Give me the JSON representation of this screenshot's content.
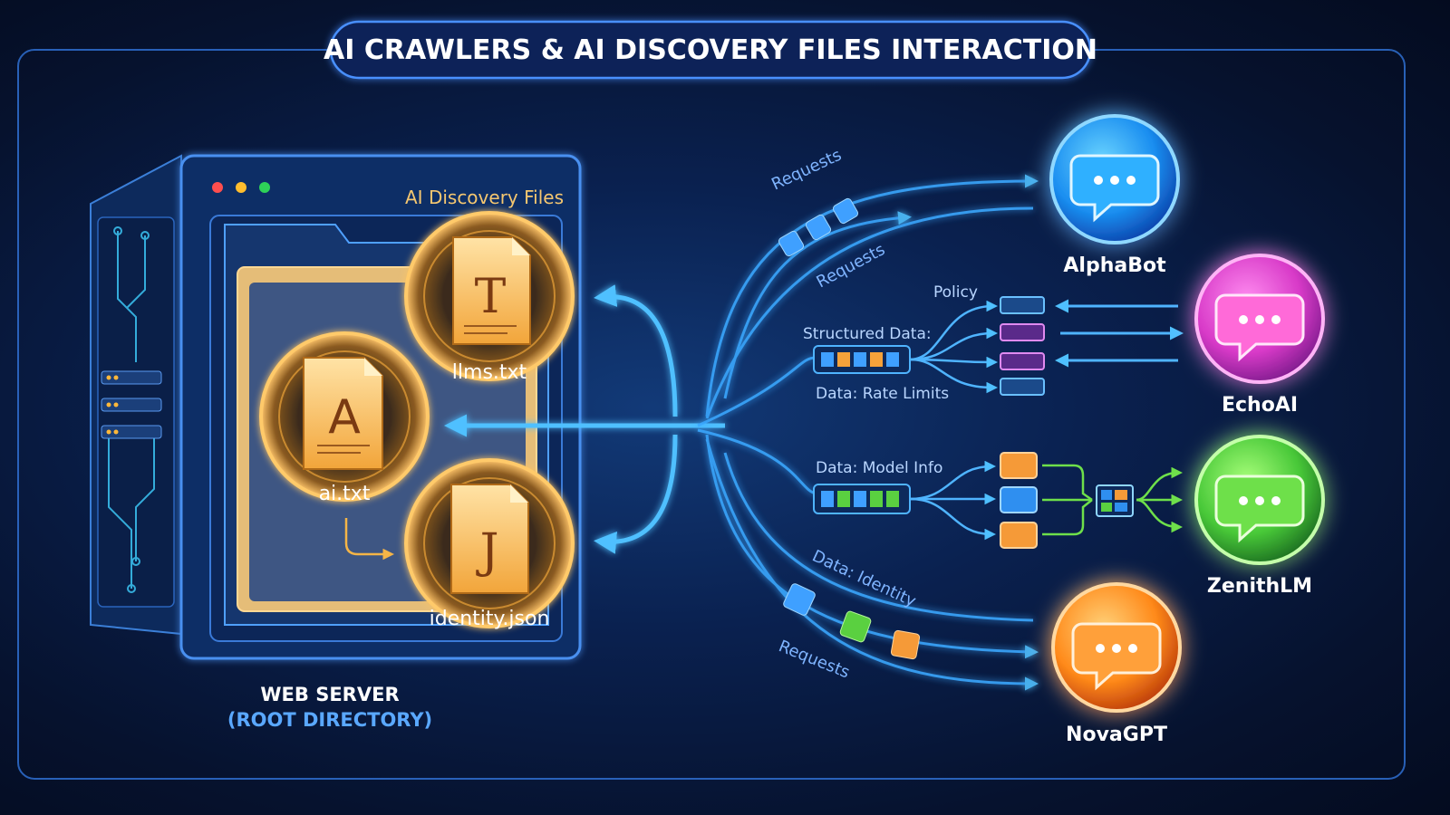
{
  "title": "AI CRAWLERS & AI DISCOVERY FILES INTERACTION",
  "browser_window": {
    "header": "AI Discovery Files"
  },
  "server": {
    "label": "WEB SERVER",
    "sublabel": "(ROOT DIRECTORY)"
  },
  "files": [
    {
      "glyph": "T",
      "name": "llms.txt"
    },
    {
      "glyph": "A",
      "name": "ai.txt"
    },
    {
      "glyph": "J",
      "name": "identity.json"
    }
  ],
  "flow_labels": {
    "requests_1": "Requests",
    "requests_2": "Requests",
    "requests_3": "Requests",
    "policy": "Policy",
    "structured_data": "Structured Data:",
    "rate_limits": "Data: Rate Limits",
    "model_info": "Data: Model Info",
    "identity": "Data: Identity"
  },
  "bots": [
    {
      "name": "AlphaBot",
      "color": "#1ea8ff"
    },
    {
      "name": "EchoAI",
      "color": "#e040d8"
    },
    {
      "name": "ZenithLM",
      "color": "#4cd040"
    },
    {
      "name": "NovaGPT",
      "color": "#ff8a1a"
    }
  ],
  "colors": {
    "accent": "#3aa8ff",
    "file_gold": "#f5b547",
    "frame": "#3b7fd8"
  }
}
